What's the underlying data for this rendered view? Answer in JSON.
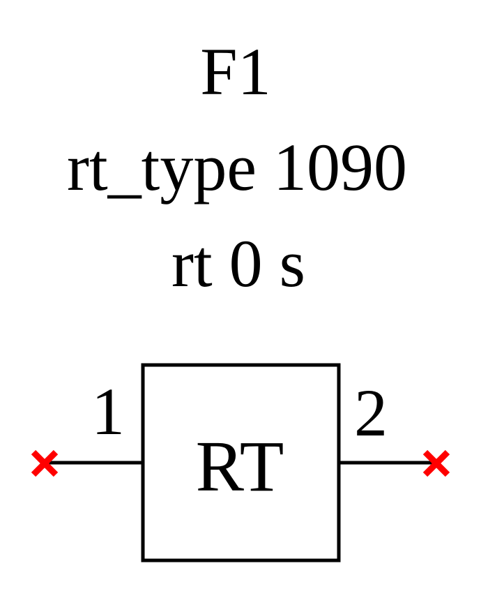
{
  "component": {
    "name": "F1",
    "type_line": "rt_type 1090",
    "param_line": "rt 0 s",
    "body_label": "RT"
  },
  "ports": [
    {
      "id": "1",
      "label": "1"
    },
    {
      "id": "2",
      "label": "2"
    }
  ],
  "colors": {
    "stroke": "#000000",
    "text": "#000000",
    "port_marker": "#ff0000",
    "background": "#ffffff"
  },
  "icons": {
    "port_marker": "x-mark-icon"
  }
}
